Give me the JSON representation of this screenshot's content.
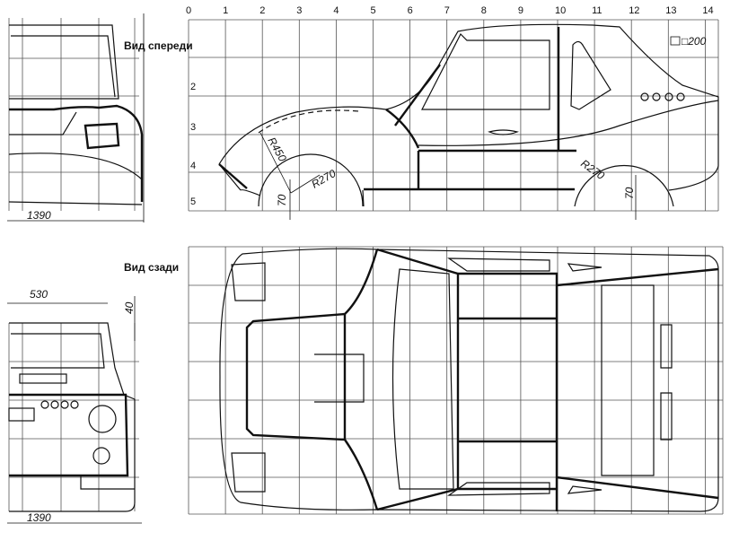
{
  "column_numbers": [
    "0",
    "1",
    "2",
    "3",
    "4",
    "5",
    "6",
    "7",
    "8",
    "9",
    "10",
    "11",
    "12",
    "13",
    "14"
  ],
  "row_numbers": [
    "2",
    "3",
    "4",
    "5"
  ],
  "labels": {
    "front_view": "Вид спереди",
    "rear_view": "Вид сзади"
  },
  "dimensions": {
    "front_width": "1390",
    "rear_width": "1390",
    "rear_offset": "530",
    "rear_top": "40",
    "radius_large": "R450",
    "radius_front_wheel": "R270",
    "radius_rear_wheel": "R270",
    "front_clearance": "70",
    "rear_clearance": "70",
    "grid_scale": "□200"
  }
}
